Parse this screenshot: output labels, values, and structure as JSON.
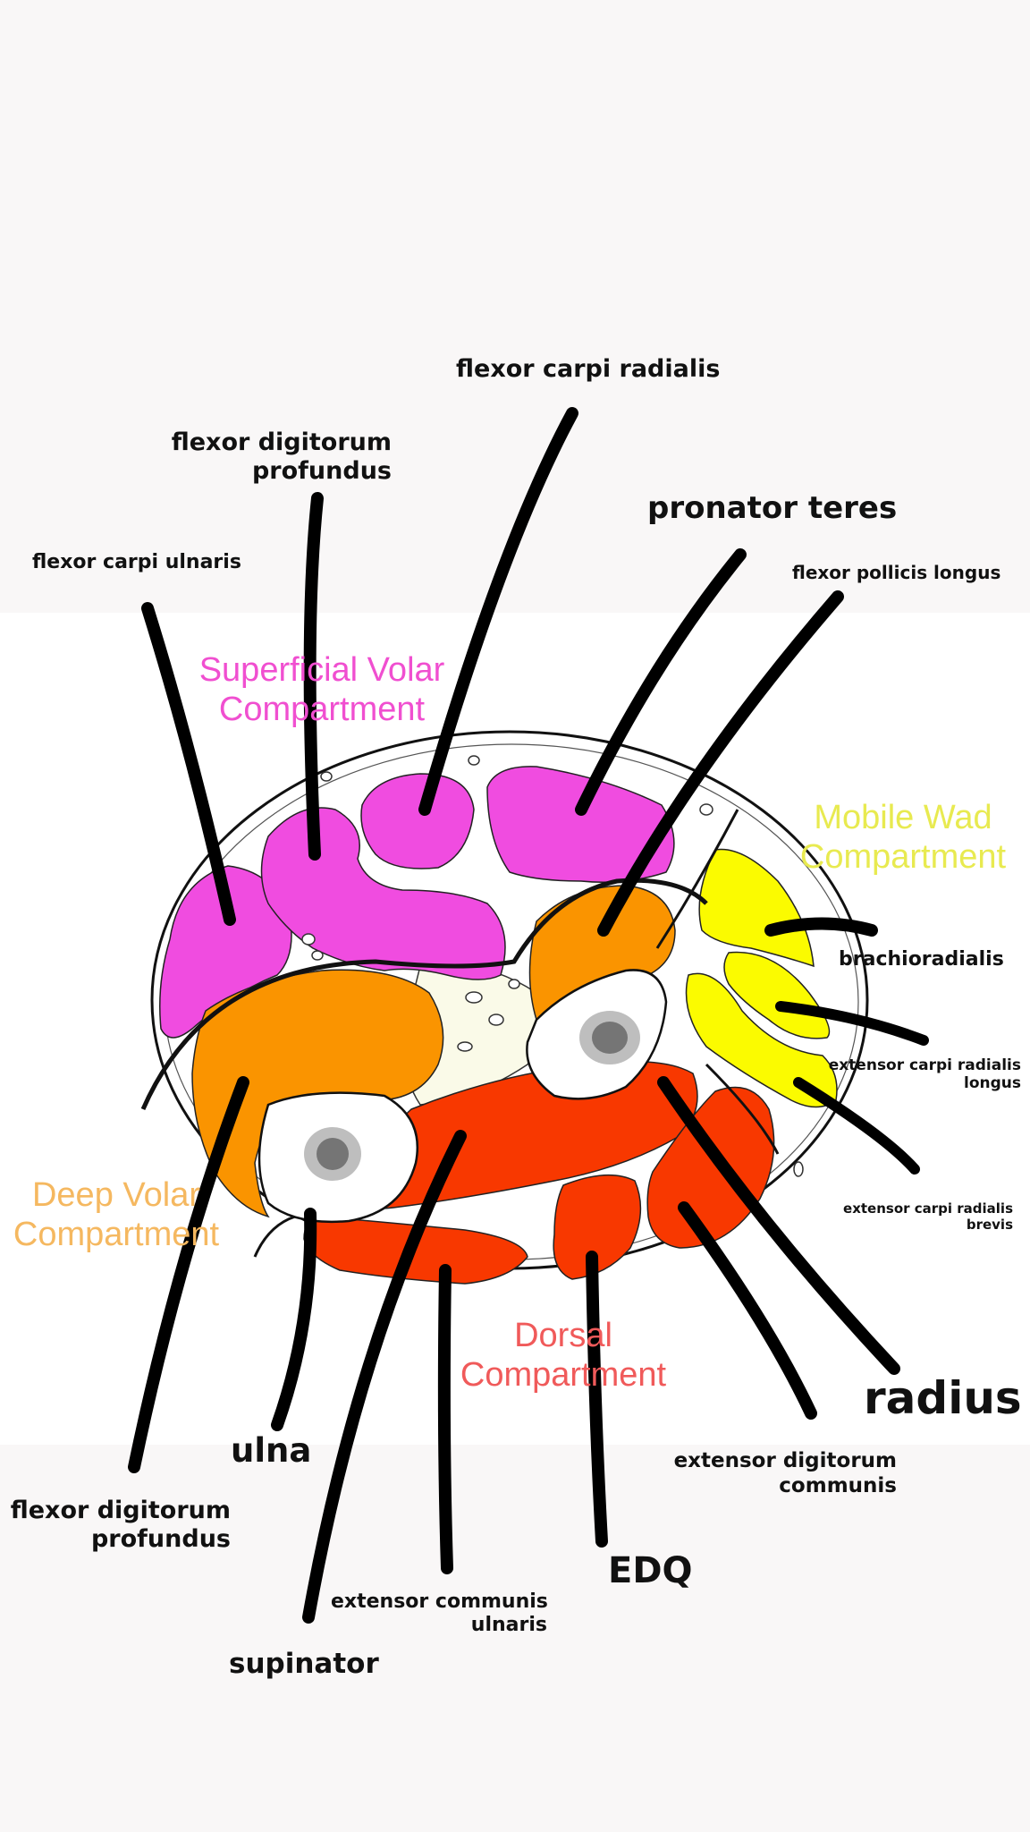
{
  "compartments": {
    "superficial_volar": {
      "lines": [
        "Superficial Volar",
        "Compartment"
      ],
      "color": "#f04fd0"
    },
    "mobile_wad": {
      "lines": [
        "Mobile Wad",
        "Compartment"
      ],
      "color": "#e8ea50"
    },
    "deep_volar": {
      "lines": [
        "Deep Volar",
        "Compartment"
      ],
      "color": "#f5b860"
    },
    "dorsal": {
      "lines": [
        "Dorsal",
        "Compartment"
      ],
      "color": "#f05a5a"
    }
  },
  "labels": {
    "flexor_carpi_radialis": "flexor carpi radialis",
    "fdp_top": [
      "flexor digitorum",
      "profundus"
    ],
    "pronator_teres": "pronator teres",
    "flexor_carpi_ulnaris": "flexor carpi ulnaris",
    "flexor_pollicis_longus": "flexor pollicis longus",
    "brachioradialis": "brachioradialis",
    "ecrl": [
      "extensor carpi radialis",
      "longus"
    ],
    "ecrb": [
      "extensor carpi radialis",
      "brevis"
    ],
    "radius": "radius",
    "edc": [
      "extensor digitorum",
      "communis"
    ],
    "ulna": "ulna",
    "fdp_bottom": [
      "flexor digitorum",
      "profundus"
    ],
    "edq": "EDQ",
    "ecu": [
      "extensor communis",
      "ulnaris"
    ],
    "supinator": "supinator"
  },
  "colors": {
    "superficial_muscle": "#f04ce0",
    "deep_muscle": "#fa9400",
    "mobile_wad_muscle": "#fbfb00",
    "dorsal_muscle": "#f83800",
    "bone": "#ffffff",
    "fat": "#fafae8",
    "leader": "#000000"
  }
}
